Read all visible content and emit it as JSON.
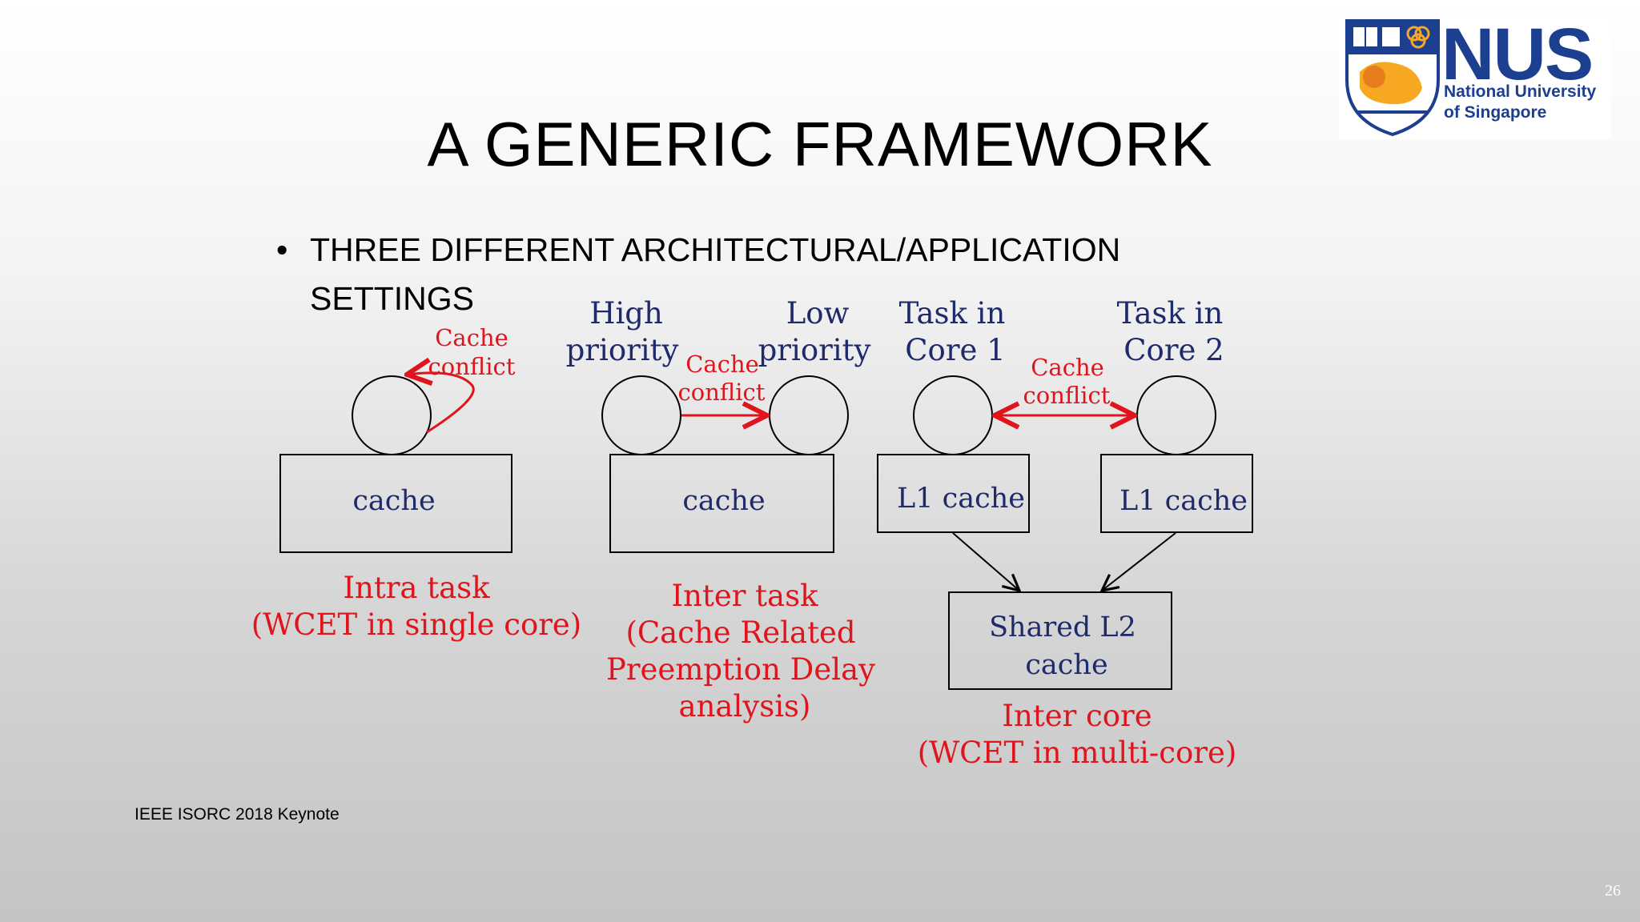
{
  "slide": {
    "title": "A GENERIC FRAMEWORK",
    "bullet_marker": "•",
    "bullet_text": "THREE DIFFERENT ARCHITECTURAL/APPLICATION SETTINGS",
    "footer": "IEEE ISORC 2018 Keynote",
    "page_number": "26"
  },
  "logo": {
    "acronym": "NUS",
    "line1": "National University",
    "line2": "of Singapore"
  },
  "diagram": {
    "intra": {
      "conflict_line1": "Cache",
      "conflict_line2": "conflict",
      "box_label": "cache",
      "caption_line1": "Intra task",
      "caption_line2": "(WCET in single core)"
    },
    "inter_task": {
      "high_line1": "High",
      "high_line2": "priority",
      "low_line1": "Low",
      "low_line2": "priority",
      "conflict_line1": "Cache",
      "conflict_line2": "conflict",
      "box_label": "cache",
      "caption_line1": "Inter task",
      "caption_line2": "(Cache Related",
      "caption_line3": "Preemption Delay",
      "caption_line4": "analysis)"
    },
    "inter_core": {
      "core1_line1": "Task in",
      "core1_line2": "Core 1",
      "core2_line1": "Task in",
      "core2_line2": "Core 2",
      "conflict_line1": "Cache",
      "conflict_line2": "conflict",
      "l1_left": "L1 cache",
      "l1_right": "L1 cache",
      "l2_line1": "Shared L2",
      "l2_line2": "cache",
      "caption_line1": "Inter core",
      "caption_line2": "(WCET in multi-core)"
    },
    "colors": {
      "navy": "#1f2a6b",
      "red": "#e0141c",
      "line": "#000000"
    }
  }
}
